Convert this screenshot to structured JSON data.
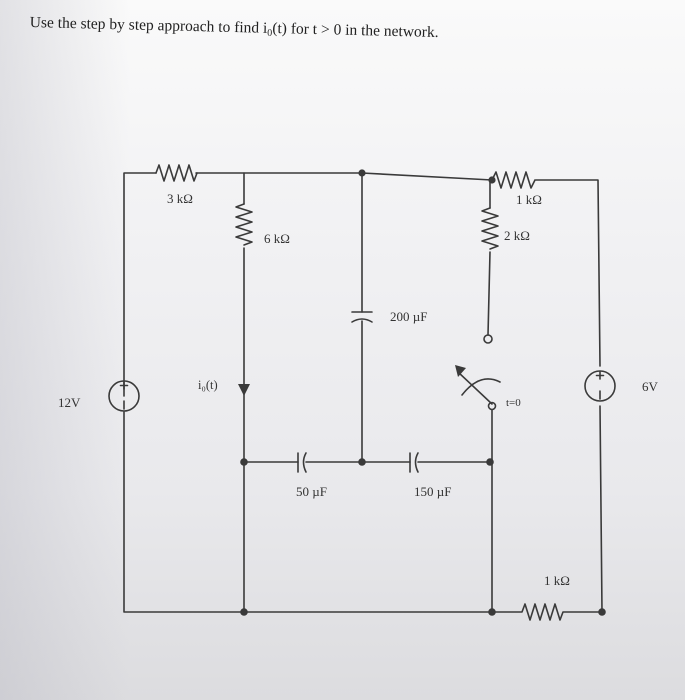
{
  "question": {
    "prefix": "Use the step by step approach to find i",
    "sub": "0",
    "suffix": "(t) for t > 0 in the network."
  },
  "labels": {
    "r_top_left": "3 kΩ",
    "r_middle": "6 kΩ",
    "cap_middle": "200 µF",
    "r_top_right": "1 kΩ",
    "r_right": "2 kΩ",
    "source_left": "12V",
    "source_right": "6V",
    "current": "i₀(t)",
    "cap_left": "50 µF",
    "cap_right": "150 µF",
    "switch": "t=0",
    "r_bottom_right": "1 kΩ"
  },
  "colors": {
    "wire": "#3a3a3a",
    "text": "#333333"
  }
}
